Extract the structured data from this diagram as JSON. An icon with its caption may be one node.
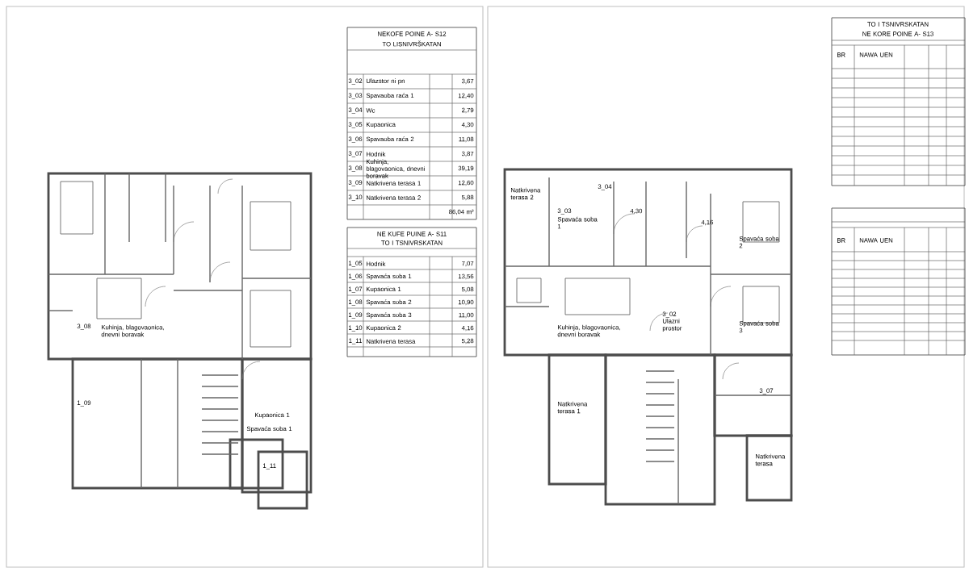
{
  "diagram": {
    "labels": [
      "NEKOFE POINE A- S12",
      "TO LISNIVRŠKATAN",
      "3_02",
      "Ulazstor ni pn",
      "3,67",
      "3_03",
      "Spavaoba raća 1",
      "12,40",
      "3_04",
      "Wc",
      "2,79",
      "3_05",
      "Kupaonica",
      "4,30",
      "3_06",
      "Spavaoba raća 2",
      "11,08",
      "3_07",
      "Hodnik",
      "3,87",
      "3_08",
      "Kuhinja, blagovaonica, dnevni boravak",
      "39,19",
      "3_09",
      "Natkrivena terasa 1",
      "12,60",
      "3_10",
      "Natkrivena terasa 2",
      "5,88",
      "86,04 m²",
      "NE KUFE PUINE A- S11",
      "TO I TSNIVRSKATAN",
      "1_05",
      "Hodnik",
      "7,07",
      "1_06",
      "Spavaća soba 1",
      "13,56",
      "1_07",
      "Kupaonica 1",
      "5,08",
      "1_08",
      "Spavaća soba 2",
      "10,90",
      "1_09",
      "Spavaća soba 3",
      "11,00",
      "1_10",
      "Kupaonica 2",
      "4,16",
      "1_11",
      "Natkrivena terasa",
      "5,28",
      "3_08",
      "Kuhinja, blagovaonica, dnevni boravak",
      "1_09",
      "Kupaonica 1",
      "Spavaća soba 1",
      "1_11",
      "Natkrivena terasa 2",
      "3_03",
      "Spavaća soba 1",
      "3_04",
      "4,30",
      "4,16",
      "Spavaća soba 2",
      "Kuhinja, blagovaonica, dnevni boravak",
      "3_02",
      "Ulazni prostor",
      "Spavaća soba 3",
      "Natkrivena terasa 1",
      "3_07",
      "Natkrivena terasa",
      "TO I TSNIVRSKATAN",
      "NE KORE POINE A- S13",
      "BR",
      "NAWA UEN",
      "BR",
      "NAWA UEN"
    ]
  }
}
